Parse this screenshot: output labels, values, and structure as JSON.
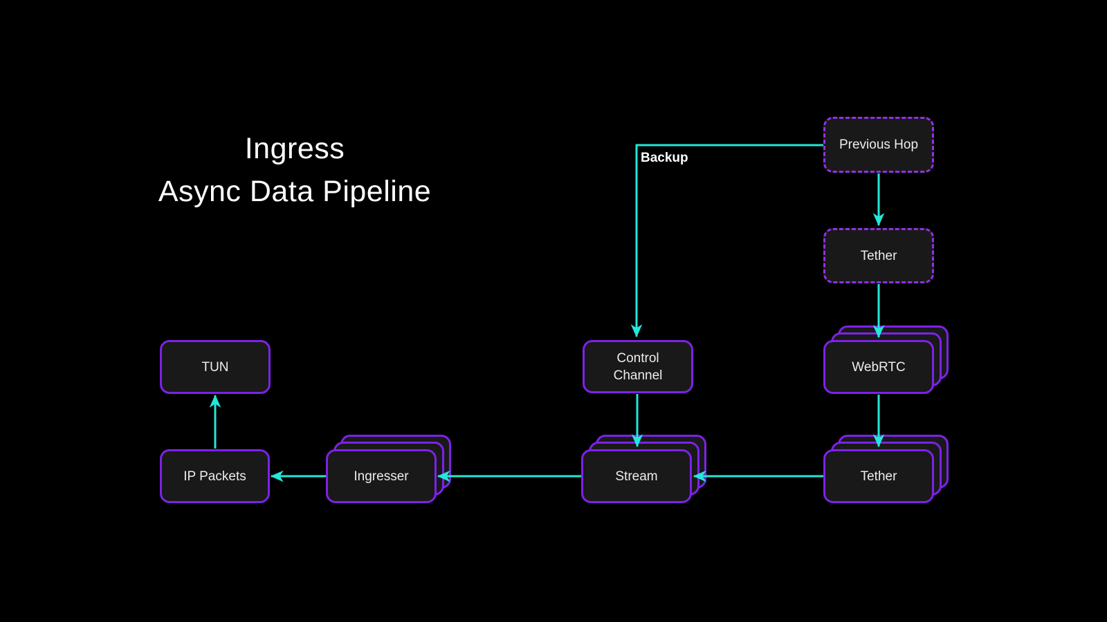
{
  "title": {
    "line1": "Ingress",
    "line2": "Async Data Pipeline"
  },
  "nodes": {
    "previous_hop": {
      "label": "Previous Hop",
      "style": "dashed"
    },
    "tether_upper": {
      "label": "Tether",
      "style": "dashed"
    },
    "webrtc": {
      "label": "WebRTC",
      "style": "stacked"
    },
    "tether_lower": {
      "label": "Tether",
      "style": "stacked"
    },
    "control_channel": {
      "label": "Control Channel",
      "style": "single"
    },
    "stream": {
      "label": "Stream",
      "style": "stacked"
    },
    "ingresser": {
      "label": "Ingresser",
      "style": "stacked"
    },
    "ip_packets": {
      "label": "IP Packets",
      "style": "single"
    },
    "tun": {
      "label": "TUN",
      "style": "single"
    }
  },
  "edge_labels": {
    "backup": "Backup"
  },
  "edges_semantics": [
    "previous_hop -> control_channel (Backup)",
    "previous_hop -> tether_upper",
    "tether_upper -> webrtc",
    "webrtc -> tether_lower",
    "tether_lower -> stream",
    "control_channel -> stream",
    "stream -> ingresser",
    "ingresser -> ip_packets",
    "ip_packets -> tun"
  ],
  "colors": {
    "background": "#000000",
    "node_fill": "#191919",
    "node_border": "#7d22e8",
    "dashed_border": "#9130ea",
    "arrow": "#25e6da",
    "text": "#ededed"
  }
}
